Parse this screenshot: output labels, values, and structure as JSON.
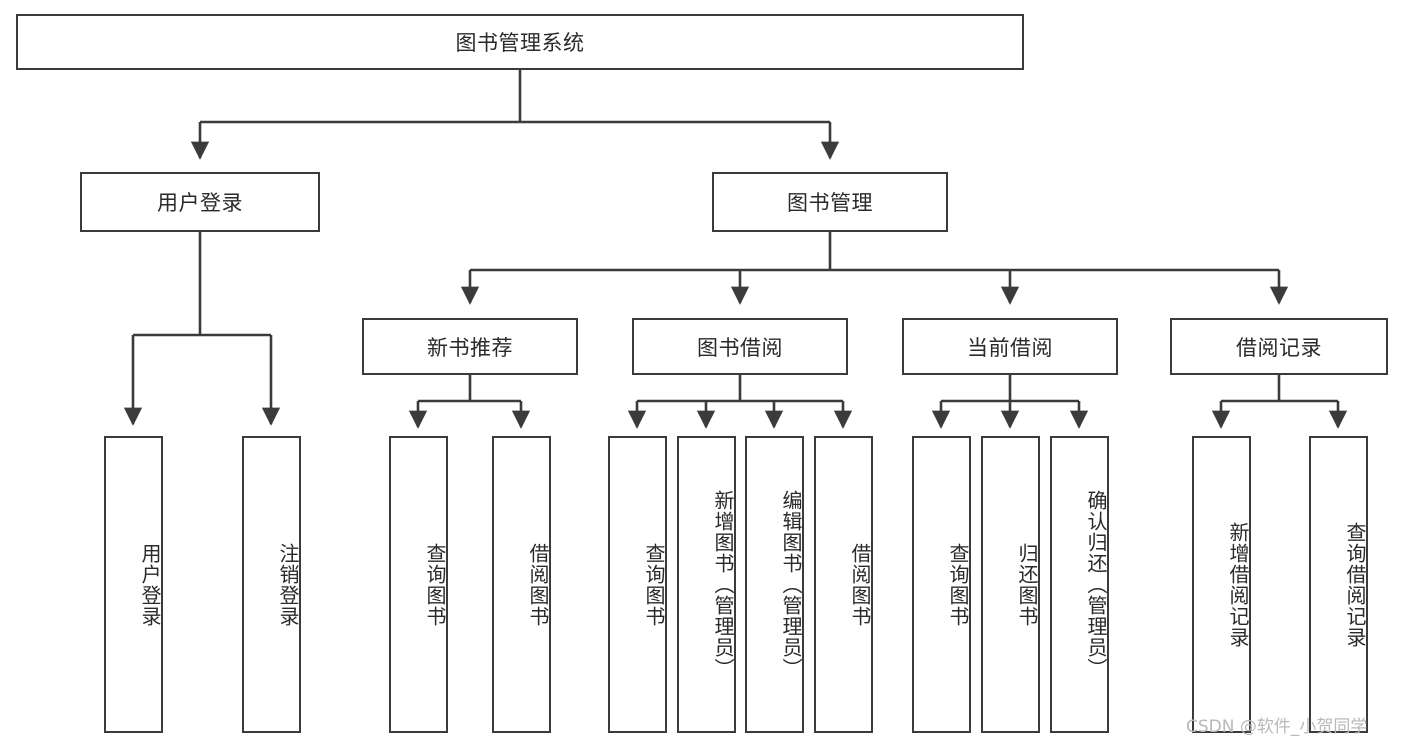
{
  "diagram": {
    "type": "tree",
    "title": "图书管理系统",
    "watermark": "CSDN @软件_小贺同学",
    "colors": {
      "box_border": "#3b3b3b",
      "box_fill": "#ffffff",
      "connector": "#3b3b3b",
      "text": "#2a2a2a",
      "watermark": "#b9b9b9",
      "background": "#ffffff"
    },
    "nodes": {
      "root": {
        "label": "图书管理系统"
      },
      "level1": [
        {
          "label": "用户登录"
        },
        {
          "label": "图书管理"
        }
      ],
      "level2": [
        {
          "label": "新书推荐"
        },
        {
          "label": "图书借阅"
        },
        {
          "label": "当前借阅"
        },
        {
          "label": "借阅记录"
        }
      ],
      "leaves": {
        "user_login": [
          {
            "label": "用户登录"
          },
          {
            "label": "注销登录"
          }
        ],
        "new_book": [
          {
            "label": "查询图书"
          },
          {
            "label": "借阅图书"
          }
        ],
        "book_borrow": [
          {
            "label": "查询图书"
          },
          {
            "label": "新增图书（管理员）"
          },
          {
            "label": "编辑图书（管理员）"
          },
          {
            "label": "借阅图书"
          }
        ],
        "current_borrow": [
          {
            "label": "查询图书"
          },
          {
            "label": "归还图书"
          },
          {
            "label": "确认归还（管理员）"
          }
        ],
        "borrow_record": [
          {
            "label": "新增借阅记录"
          },
          {
            "label": "查询借阅记录"
          }
        ]
      }
    }
  }
}
